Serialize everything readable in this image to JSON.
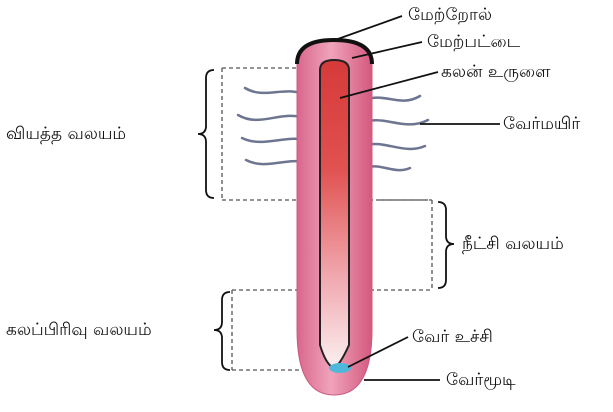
{
  "labels": {
    "epidermis": "மேற்றோல்",
    "cortex": "மேற்பட்டை",
    "vascular_cylinder": "கலன் உருளை",
    "root_hair": "வேர்மயிர்",
    "maturation_zone": "வியத்த வலயம்",
    "elongation_zone": "நீட்சி வலயம்",
    "meristem_zone": "கலப்பிரிவு வலயம்",
    "root_apex": "வேர் உச்சி",
    "root_cap": "வேர்மூடி"
  },
  "colors": {
    "outer_root": "#e57fa0",
    "cortex_light": "#f2b6c9",
    "vascular_dark": "#d9413f",
    "vascular_light": "#fbe6ea",
    "apex": "#4fb7d9",
    "root_hair": "#6d7590",
    "line": "#111111",
    "dashed": "#444444"
  }
}
